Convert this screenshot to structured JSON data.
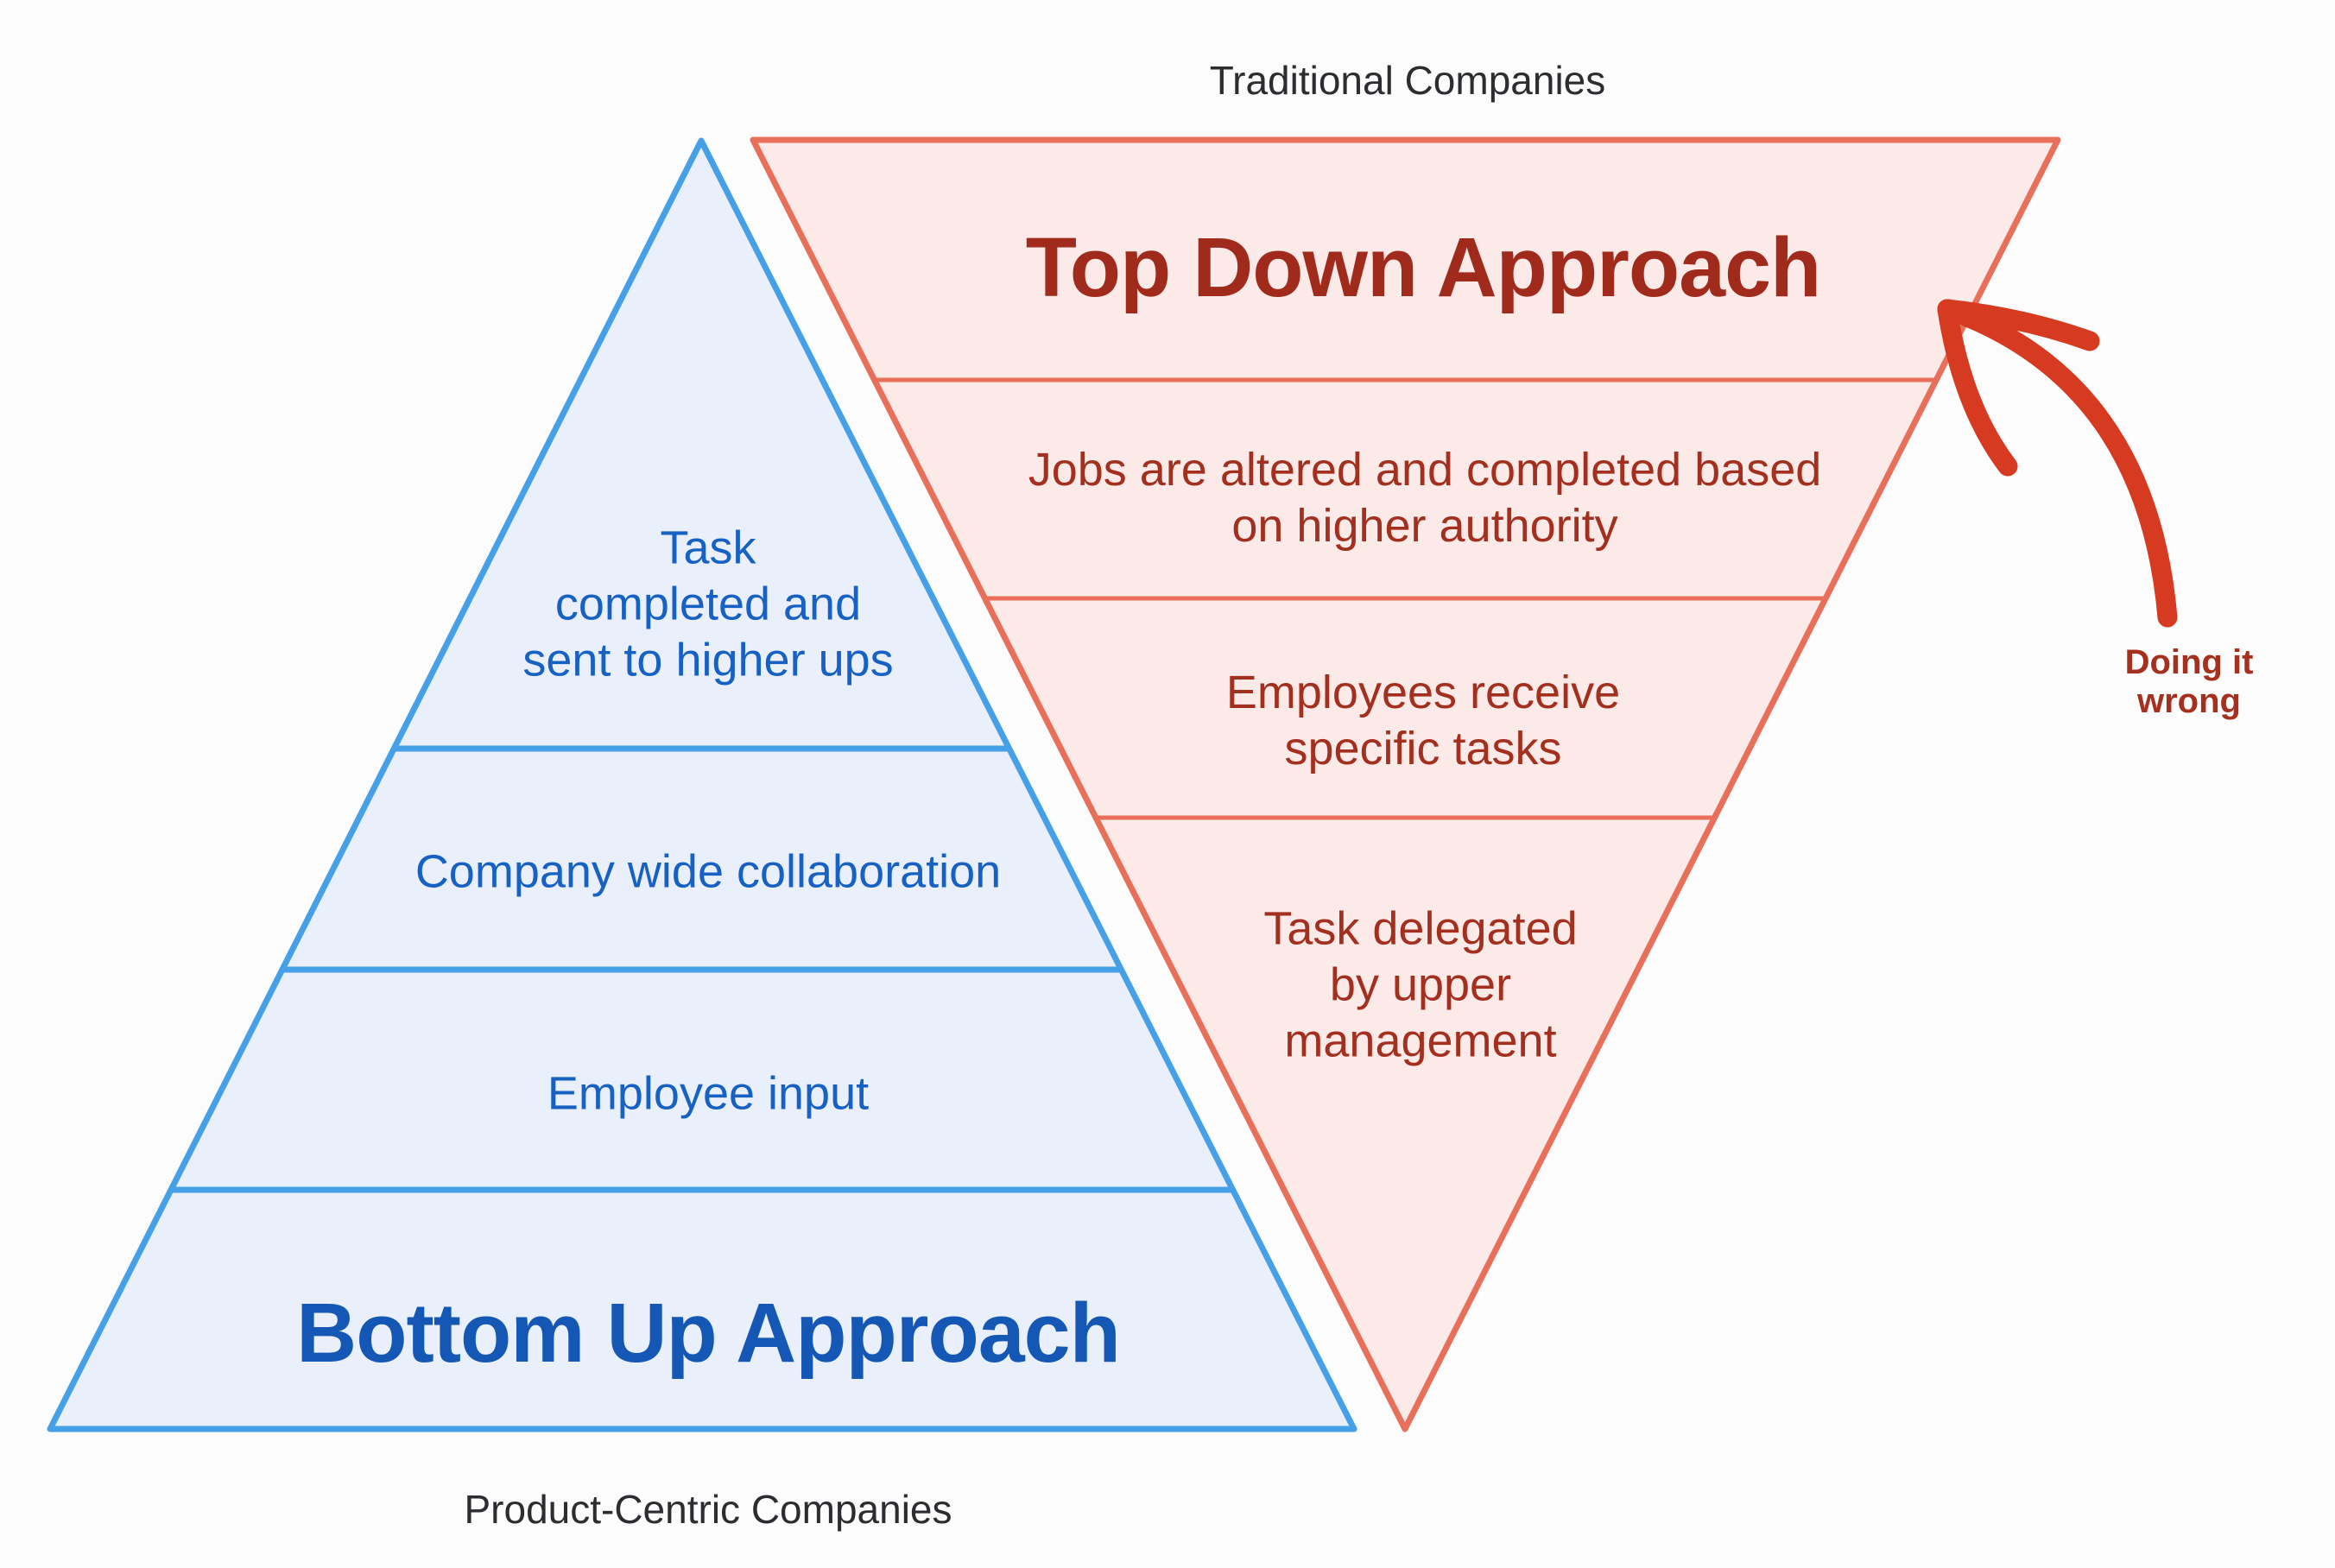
{
  "palette": {
    "background": "#FCFCFC",
    "blue_border": "#45A0E8",
    "blue_fill": "#EAF0FB",
    "blue_text": "#1861C4",
    "blue_title": "#1457B5",
    "red_border": "#E8705A",
    "red_fill": "#FCEAE8",
    "red_text": "#A3301F",
    "arrow_red": "#D63A20",
    "caption_text": "#2C2C31"
  },
  "top_down_pyramid": {
    "caption": "Traditional Companies",
    "title": "Top Down Approach",
    "levels": [
      {
        "label": "Jobs are altered and completed based\non higher authority"
      },
      {
        "label": "Employees receive\nspecific tasks"
      },
      {
        "label": "Task delegated\nby upper\nmanagement"
      }
    ]
  },
  "bottom_up_pyramid": {
    "caption": "Product-Centric Companies",
    "title": "Bottom Up Approach",
    "levels": [
      {
        "label": "Task\ncompleted and\nsent to higher ups"
      },
      {
        "label": "Company wide collaboration"
      },
      {
        "label": "Employee input"
      }
    ]
  },
  "annotation": {
    "label": "Doing it wrong"
  }
}
